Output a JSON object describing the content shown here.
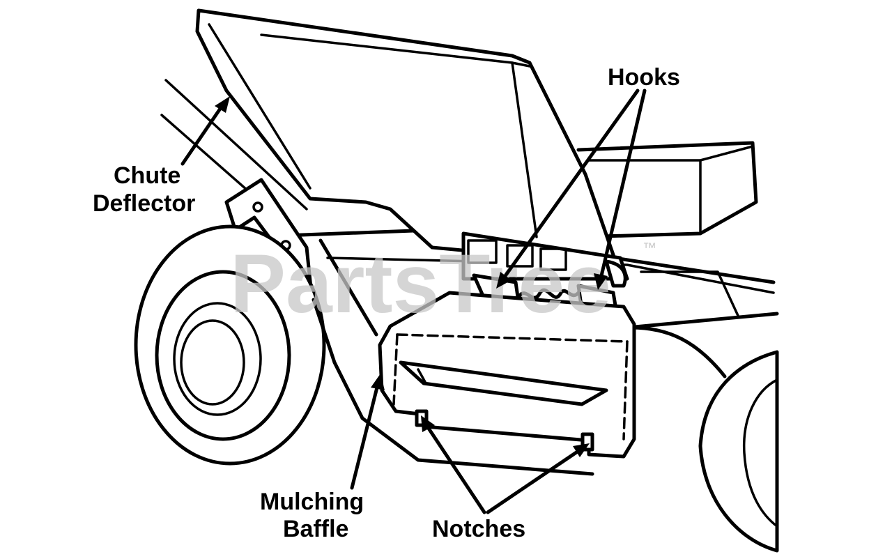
{
  "labels": {
    "hooks": "Hooks",
    "chute_line1": "Chute",
    "chute_line2": "Deflector",
    "mulching_line1": "Mulching",
    "mulching_line2": "Baffle",
    "notches": "Notches"
  },
  "watermark": {
    "text": "PartsTree",
    "trademark": "™"
  },
  "colors": {
    "line": "#000000",
    "background": "#ffffff",
    "watermark": "#c8c8c8"
  }
}
